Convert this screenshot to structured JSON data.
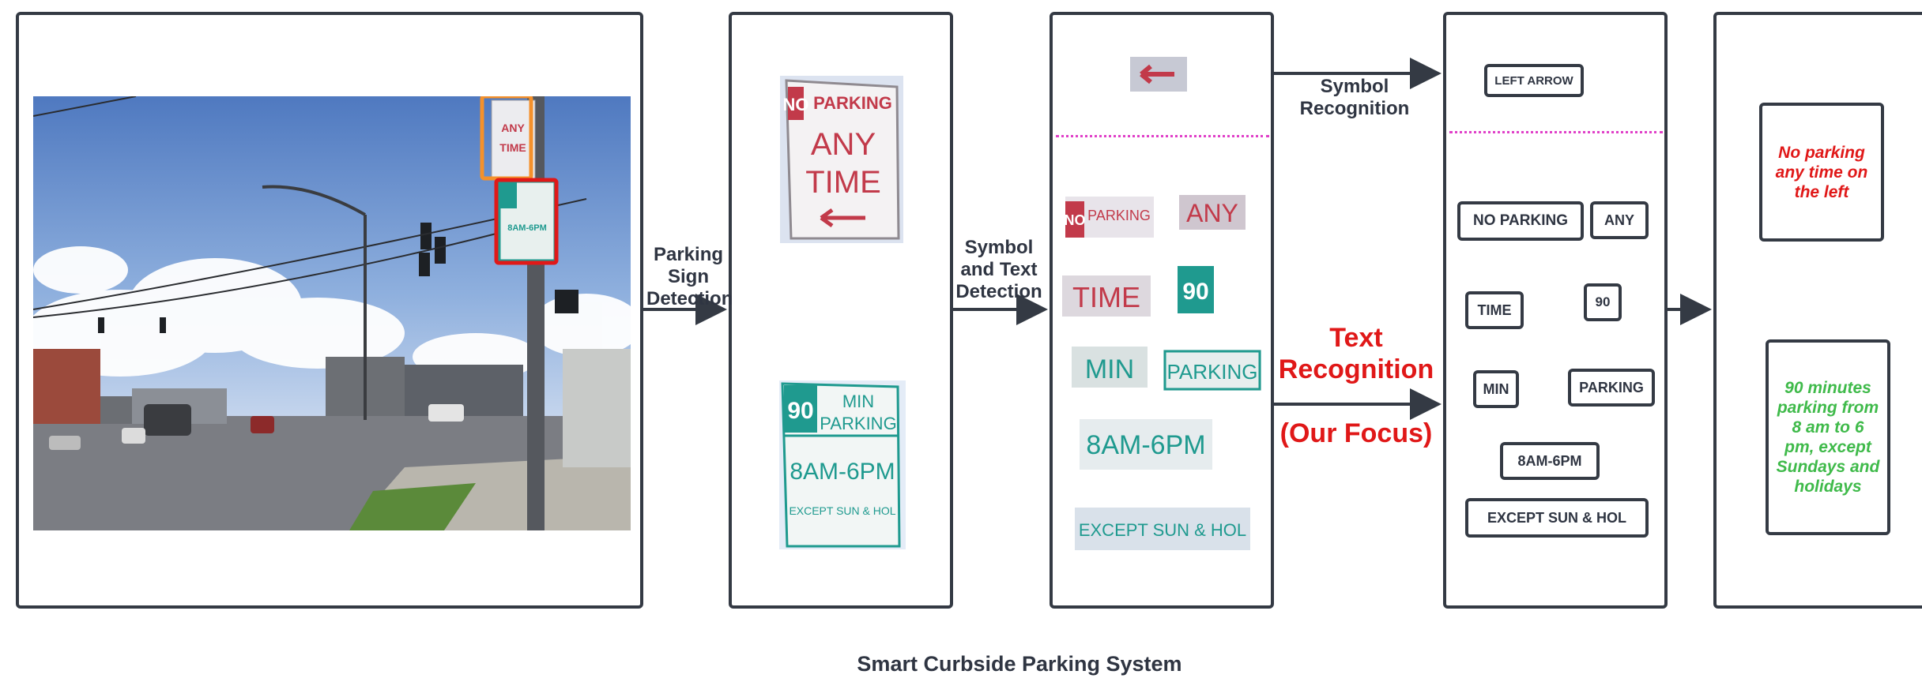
{
  "stages": {
    "detection_label": "Parking Sign Detection",
    "symbol_text_detection_label": "Symbol and Text Detection",
    "symbol_recognition_label": "Symbol Recognition",
    "text_recognition_label": "Text Recognition",
    "focus_label": "(Our Focus)"
  },
  "sign_text": {
    "no": "NO",
    "parking": "PARKING",
    "any": "ANY",
    "time": "TIME",
    "ninety": "90",
    "min": "MIN",
    "hours": "8AM-6PM",
    "except": "EXCEPT SUN & HOL"
  },
  "recognized": {
    "left_arrow": "LEFT ARROW",
    "no_parking": "NO PARKING",
    "any": "ANY",
    "time": "TIME",
    "ninety": "90",
    "min": "MIN",
    "parking": "PARKING",
    "hours": "8AM-6PM",
    "except": "EXCEPT SUN & HOL"
  },
  "interpretation": {
    "rule_1": "No parking any time on the left",
    "rule_2": "90 minutes parking from 8 am to 6 pm, except Sundays and holidays"
  },
  "caption": "Smart Curbside Parking System",
  "colors": {
    "panel_border": "#343a44",
    "focus_red": "#e01818",
    "rule_red": "#e01818",
    "rule_green": "#3fba4a",
    "detection_orange": "#f5912b",
    "detection_red": "#e01818",
    "separator_magenta": "#e040c8",
    "sign_red": "#c23a4a",
    "sign_teal": "#1f9a8f"
  }
}
